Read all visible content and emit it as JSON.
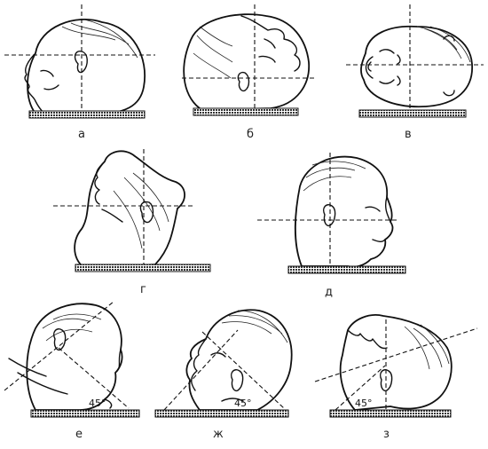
{
  "panels": [
    {
      "label": "а"
    },
    {
      "label": "б"
    },
    {
      "label": "в"
    },
    {
      "label": "г"
    },
    {
      "label": "д"
    },
    {
      "label": "е",
      "angle": "45°"
    },
    {
      "label": "ж",
      "angle": "45°"
    },
    {
      "label": "з",
      "angle": "45°"
    }
  ],
  "colors": {
    "ink": "#111111",
    "paper": "#ffffff",
    "base_fill": "#555555"
  }
}
